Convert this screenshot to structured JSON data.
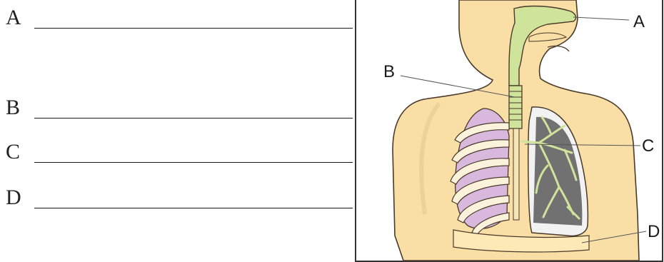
{
  "worksheet": {
    "rows": [
      {
        "letter": "A"
      },
      {
        "letter": "B"
      },
      {
        "letter": "C"
      },
      {
        "letter": "D"
      }
    ]
  },
  "diagram": {
    "labels": [
      "A",
      "B",
      "C",
      "D"
    ],
    "colors": {
      "skin": "#f9dfa6",
      "skin_outline": "#4a3a2a",
      "airway": "#cfe39b",
      "lung_left": "#d9b8dd",
      "lung_right_bg": "#f2f2f2",
      "bronchi": "#cfe39b",
      "diaphragm": "#fde9b6",
      "frame": "#333333"
    }
  }
}
